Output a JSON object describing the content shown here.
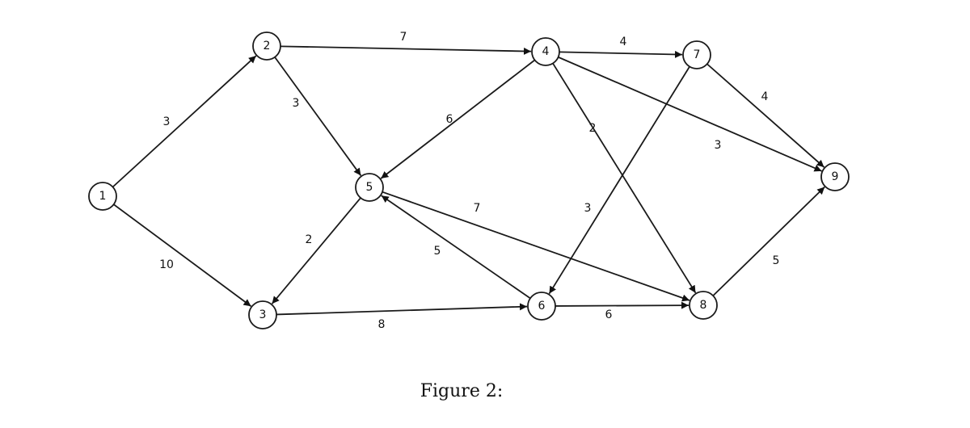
{
  "caption": "Figure 2:",
  "nodes": [
    {
      "id": "1",
      "label": "1"
    },
    {
      "id": "2",
      "label": "2"
    },
    {
      "id": "3",
      "label": "3"
    },
    {
      "id": "4",
      "label": "4"
    },
    {
      "id": "5",
      "label": "5"
    },
    {
      "id": "6",
      "label": "6"
    },
    {
      "id": "7",
      "label": "7"
    },
    {
      "id": "8",
      "label": "8"
    },
    {
      "id": "9",
      "label": "9"
    }
  ],
  "edges": [
    {
      "from": "1",
      "to": "2",
      "weight": "3"
    },
    {
      "from": "1",
      "to": "3",
      "weight": "10"
    },
    {
      "from": "2",
      "to": "4",
      "weight": "7"
    },
    {
      "from": "2",
      "to": "5",
      "weight": "3"
    },
    {
      "from": "3",
      "to": "6",
      "weight": "8"
    },
    {
      "from": "4",
      "to": "5",
      "weight": "6"
    },
    {
      "from": "4",
      "to": "7",
      "weight": "4"
    },
    {
      "from": "4",
      "to": "8",
      "weight": "2"
    },
    {
      "from": "4",
      "to": "9",
      "weight": "3"
    },
    {
      "from": "5",
      "to": "3",
      "weight": "2"
    },
    {
      "from": "5",
      "to": "8",
      "weight": "7"
    },
    {
      "from": "6",
      "to": "5",
      "weight": "5"
    },
    {
      "from": "6",
      "to": "8",
      "weight": "6"
    },
    {
      "from": "7",
      "to": "6",
      "weight": "3"
    },
    {
      "from": "7",
      "to": "9",
      "weight": "4"
    },
    {
      "from": "8",
      "to": "9",
      "weight": "5"
    }
  ]
}
